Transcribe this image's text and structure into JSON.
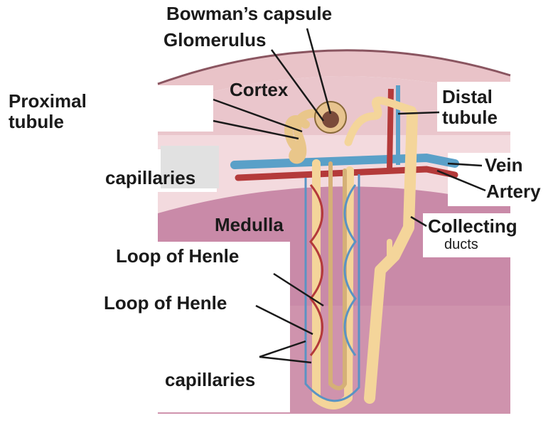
{
  "labels": {
    "bowmans_capsule": "Bowman’s capsule",
    "glomerulus": "Glomerulus",
    "proximal_tubule": [
      "Proximal",
      "tubule"
    ],
    "cortex": "Cortex",
    "distal_tubule": [
      "Distal",
      "tubule"
    ],
    "capillaries_top": "capillaries",
    "vein": "Vein",
    "artery": "Artery",
    "medulla": "Medulla",
    "collecting_ducts": [
      "Collecting",
      "ducts"
    ],
    "loop_of_henle_1": "Loop of Henle",
    "loop_of_henle_2": "Loop of Henle",
    "capillaries_bottom": "capillaries"
  },
  "colors": {
    "cortex_band": "#f2d6da",
    "cortex_upper": "#e9b9c3",
    "medulla": "#c98aa8",
    "tubule": "#f4d59a",
    "vein": "#5aa0c8",
    "artery": "#b43a3a",
    "label_box": "#ffffff"
  }
}
